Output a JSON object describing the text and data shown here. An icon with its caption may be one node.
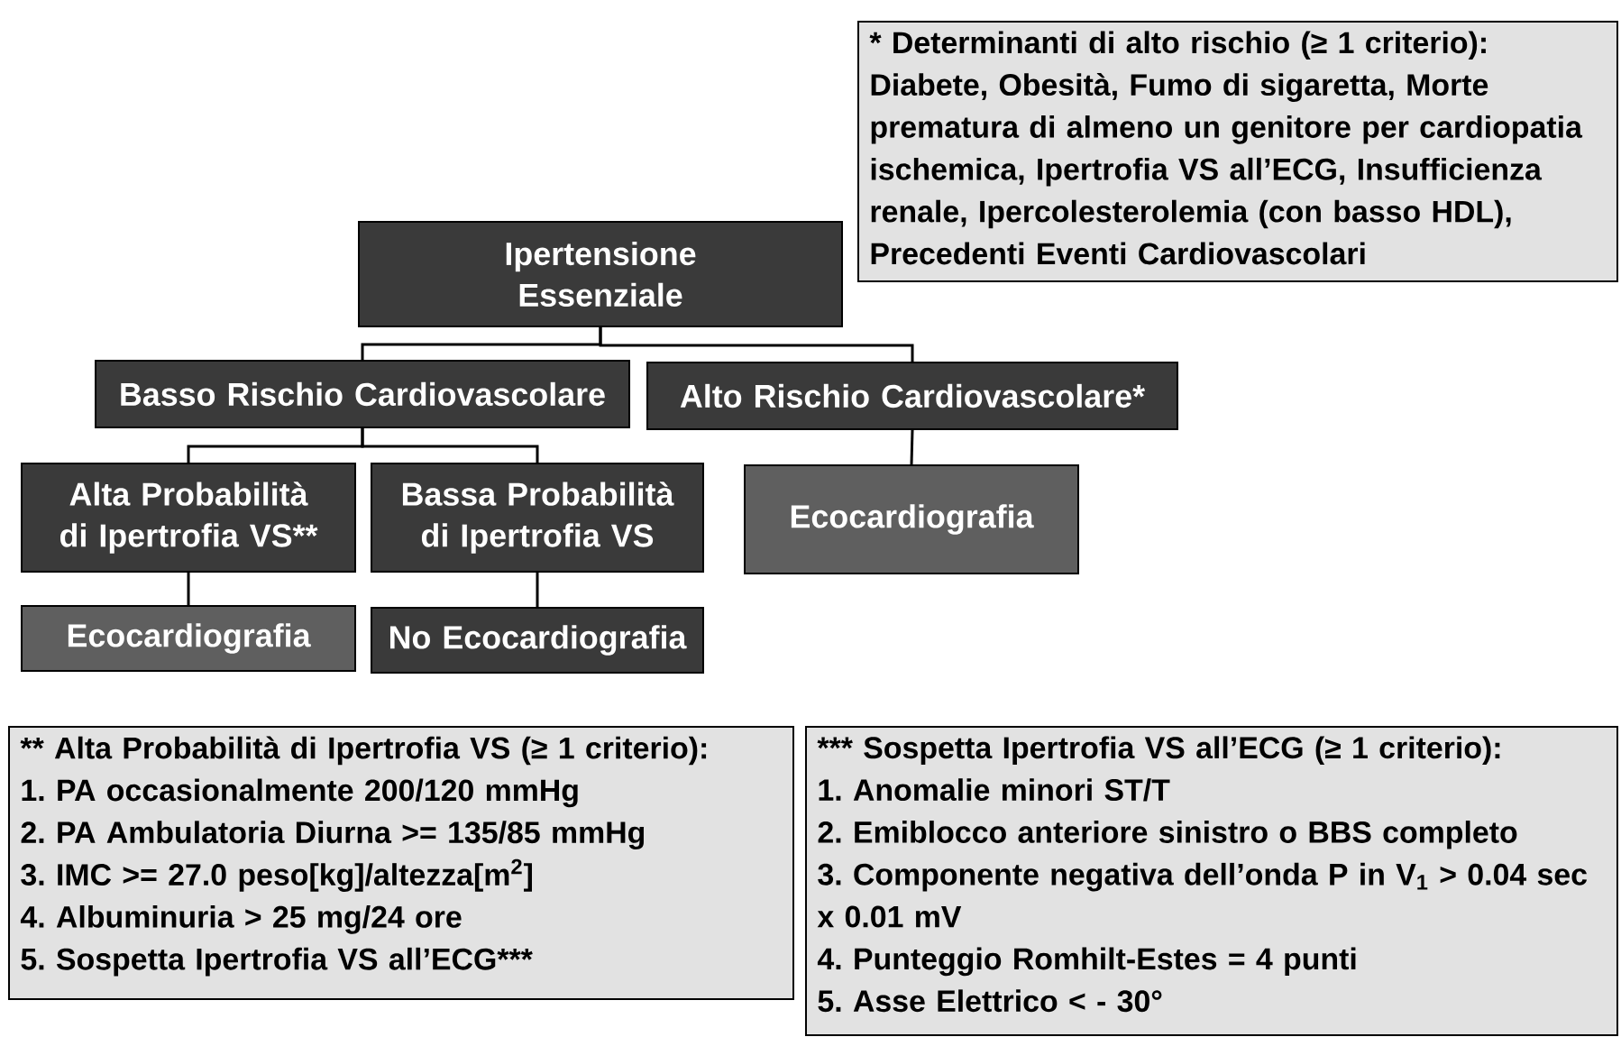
{
  "diagram": {
    "nodes": [
      {
        "text": [
          "Ipertensione Essenziale"
        ]
      },
      {
        "text": [
          "Basso Rischio Cardiovascolare"
        ]
      },
      {
        "text": [
          "Alto Rischio Cardiovascolare*"
        ]
      },
      {
        "text": [
          "Alta Probabilità di Ipertrofia VS**"
        ]
      },
      {
        "text": [
          "Bassa Probabilità di Ipertrofia VS"
        ]
      },
      {
        "text": [
          "Ecocardiografia"
        ]
      },
      {
        "text": [
          "Ecocardiografia"
        ]
      },
      {
        "text": [
          "No Ecocardiografia"
        ]
      },
      {
        "text": [
          "* Determinanti di alto rischio (≥ 1 criterio):",
          "Diabete, Obesità, Fumo di sigaretta, Morte prematura di almeno un genitore per cardiopatia ischemica, Ipertrofia VS all’ECG, Insufficienza renale, Ipercolesterolemia (con basso HDL), Precedenti Eventi Cardiovascolari"
        ]
      },
      {
        "text": [
          "** Alta Probabilità di Ipertrofia VS (≥ 1 criterio):",
          "1. PA occasionalmente 200/120 mmHg",
          "2. PA Ambulatoria Diurna >= 135/85 mmHg",
          "3. IMC >= 27.0 peso[kg]/altezza[m$^{2}$]",
          "4. Albuminuria > 25 mg/24 ore",
          "5. Sospetta Ipertrofia VS all’ECG***"
        ]
      },
      {
        "text": [
          "*** Sospetta Ipertrofia VS all’ECG (≥ 1 criterio):",
          "1. Anomalie minori ST/T",
          "2. Emiblocco anteriore sinistro o BBS completo",
          "3. Componente negativa dell’onda P in V$_{1}$ > 0.04 sec x 0.01 mV",
          "4. Punteggio Romhilt-Estes = 4 punti",
          "5. Asse Elettrico < - 30°"
        ]
      }
    ],
    "edges": [
      {
        "from": 0,
        "to": 1,
        "arrow": "none"
      },
      {
        "from": 0,
        "to": 2,
        "arrow": "none"
      },
      {
        "from": 1,
        "to": 3,
        "arrow": "none"
      },
      {
        "from": 1,
        "to": 4,
        "arrow": "none"
      },
      {
        "from": 2,
        "to": 5,
        "arrow": "none"
      },
      {
        "from": 3,
        "to": 6,
        "arrow": "none"
      },
      {
        "from": 4,
        "to": 7,
        "arrow": "none"
      }
    ]
  }
}
